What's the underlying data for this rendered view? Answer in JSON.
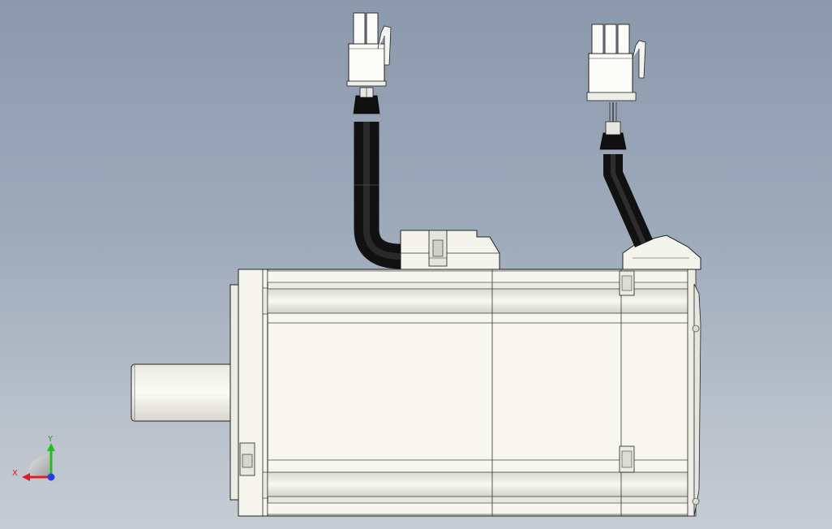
{
  "window": {
    "title": "",
    "view": "Front"
  },
  "triad": {
    "x_label": "X",
    "y_label": "Y",
    "colors": {
      "x": "#e02020",
      "y": "#20c020",
      "z": "#2040e0"
    }
  },
  "model": {
    "kind": "servo-motor",
    "body_color": "#f4f4ec",
    "cable_color": "#1c1c1c",
    "edge_color": "#202020",
    "connectors": [
      {
        "name": "encoder-connector",
        "pins": 2
      },
      {
        "name": "power-connector",
        "pins": 3
      }
    ]
  }
}
